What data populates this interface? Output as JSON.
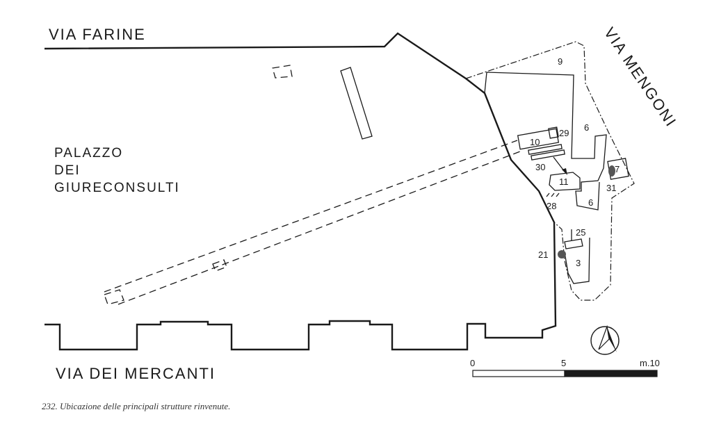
{
  "streets": {
    "north": "VIA FARINE",
    "east": "VIA MENGONI",
    "south": "VIA DEI MERCANTI"
  },
  "building": {
    "line1": "PALAZZO",
    "line2": "DEI",
    "line3": "GIURECONSULTI"
  },
  "structures": {
    "s3": "3",
    "s6a": "6",
    "s6b": "6",
    "s7": "7",
    "s9": "9",
    "s10": "10",
    "s11": "11",
    "s21": "21",
    "s25": "25",
    "s28": "28",
    "s29": "29",
    "s30": "30",
    "s31": "31"
  },
  "scale": {
    "start": "0",
    "mid": "5",
    "end": "m.10"
  },
  "caption": "232. Ubicazione delle principali strutture rinvenute."
}
